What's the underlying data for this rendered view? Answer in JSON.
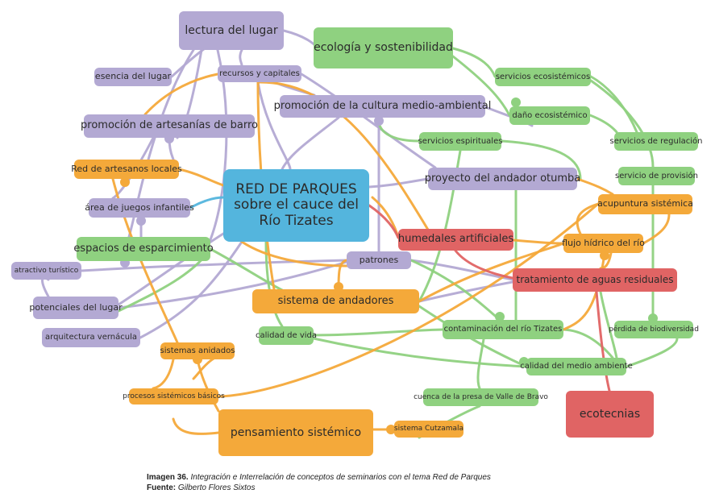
{
  "nodes": {
    "center": "RED DE PARQUES\nsobre el cauce del Río Tizates",
    "lectura": "lectura del lugar",
    "ecologia": "ecología y sostenibilidad",
    "esencia": "esencia del lugar",
    "recursos": "recursos y capitales",
    "promocion_cultura": "promoción de la cultura medio-ambiental",
    "promocion_artesanias": "promoción de artesanías de barro",
    "red_artesanos": "Red de artesanos locales",
    "area_juegos": "área de juegos infantiles",
    "espacios": "espacios de esparcimiento",
    "atractivo": "atractivo turístico",
    "potenciales": "potenciales del lugar",
    "arquitectura": "arquitectura vernácula",
    "patrones": "patrones",
    "sistema_andadores": "sistema de andadores",
    "calidad_vida": "calidad de vida",
    "sistemas_anidados": "sistemas anidados",
    "procesos": "procesos sistémicos básicos",
    "pensamiento": "pensamiento sistémico",
    "cutzamala": "sistema Cutzamala",
    "cuenca": "cuenca de la presa de Valle de Bravo",
    "contaminacion": "contaminación del río Tizates",
    "calidad_medio": "calidad del medio ambiente",
    "ecotecnias": "ecotecnias",
    "tratamiento": "tratamiento de aguas residuales",
    "perdida": "pérdida de biodiversidad",
    "humedales": "humedales artificiales",
    "flujo": "flujo hídrico del río",
    "acupuntura": "acupuntura sistémica",
    "proyecto": "proyecto del andador otumba",
    "servicios_espirituales": "servicios espirituales",
    "servicios_ecosistemicos": "servicios ecosistémicos",
    "dano": "daño ecosistémico",
    "servicios_regulacion": "servicios de regulación",
    "servicio_provision": "servicio de provisión"
  },
  "caption": {
    "prefix": "Imagen 36.",
    "title": "Integración e Interrelación de conceptos de seminarios con el tema Red de Parques",
    "source_label": "Fuente:",
    "source": "Gilberto Flores Sixtos"
  }
}
